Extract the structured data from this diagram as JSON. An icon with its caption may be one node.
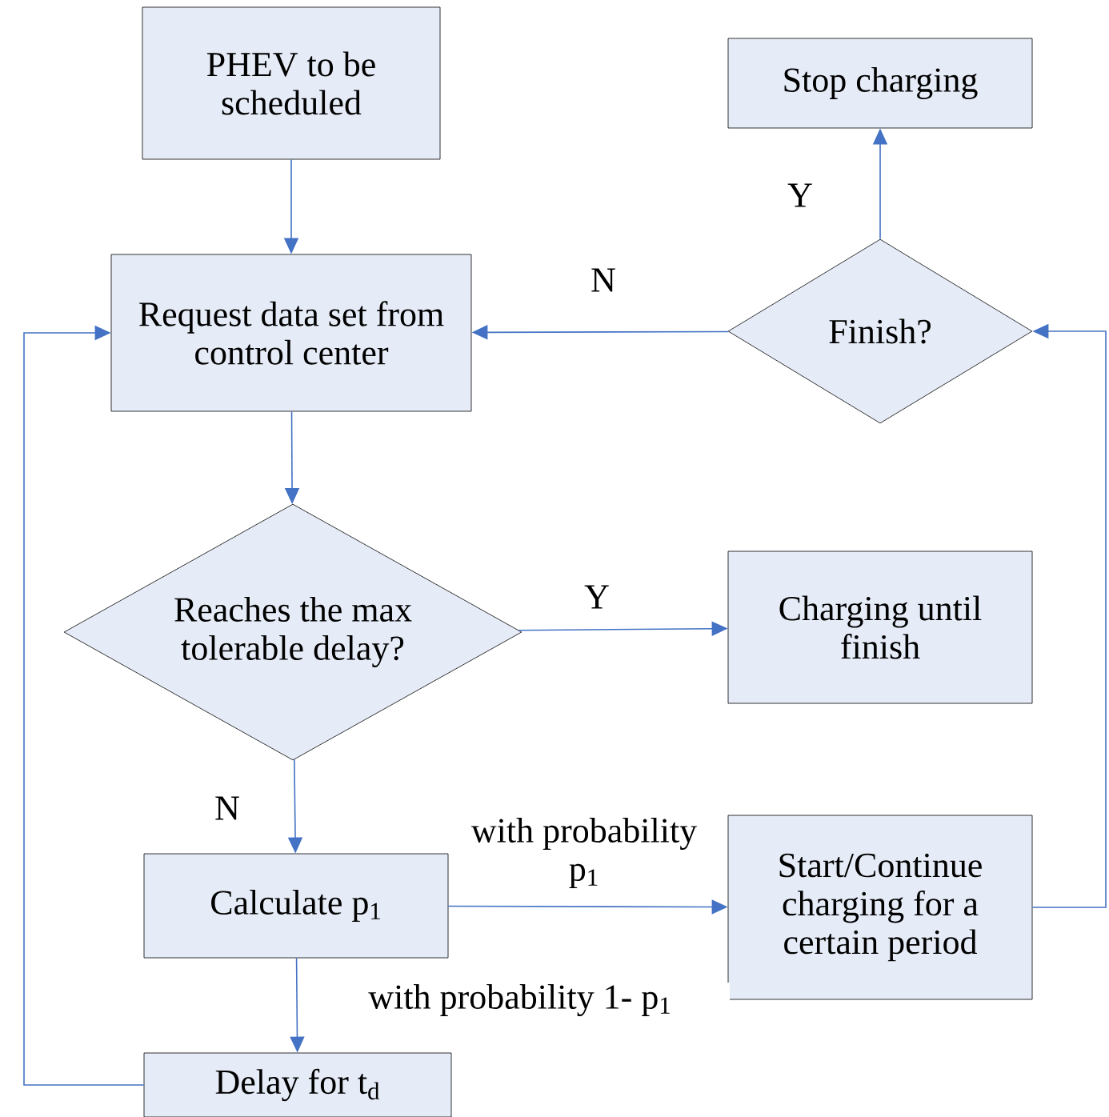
{
  "diagram": {
    "nodes": [
      {
        "text": [
          "PHEV to be scheduled"
        ]
      },
      {
        "text": [
          "Stop charging"
        ]
      },
      {
        "text": [
          "Request data set from control center"
        ]
      },
      {
        "text": [
          "Finish?"
        ]
      },
      {
        "text": [
          "Reaches the max tolerable delay?"
        ]
      },
      {
        "text": [
          "Charging until finish"
        ]
      },
      {
        "text": [
          "Calculate p$_{1}$"
        ]
      },
      {
        "text": [
          "Start/Continue charging for a certain period"
        ]
      },
      {
        "text": [
          "Delay for t$_{d}$"
        ]
      }
    ],
    "edges": [
      {
        "from": 0,
        "to": 2,
        "arrow": "to"
      },
      {
        "from": 3,
        "to": 1,
        "arrow": "to",
        "label": "Y"
      },
      {
        "from": 3,
        "to": 2,
        "arrow": "to",
        "label": "N"
      },
      {
        "from": 2,
        "to": 4,
        "arrow": "to"
      },
      {
        "from": 4,
        "to": 5,
        "arrow": "to",
        "label": "Y"
      },
      {
        "from": 4,
        "to": 6,
        "arrow": "to",
        "label": "N"
      },
      {
        "from": 6,
        "to": 7,
        "arrow": "to",
        "label": "with probability p$_{1}$"
      },
      {
        "from": 6,
        "to": 8,
        "arrow": "to",
        "label": "with probability 1- p$_{1}$"
      },
      {
        "from": 8,
        "to": 2,
        "arrow": "to"
      },
      {
        "from": 7,
        "to": 3,
        "arrow": "to"
      }
    ]
  }
}
